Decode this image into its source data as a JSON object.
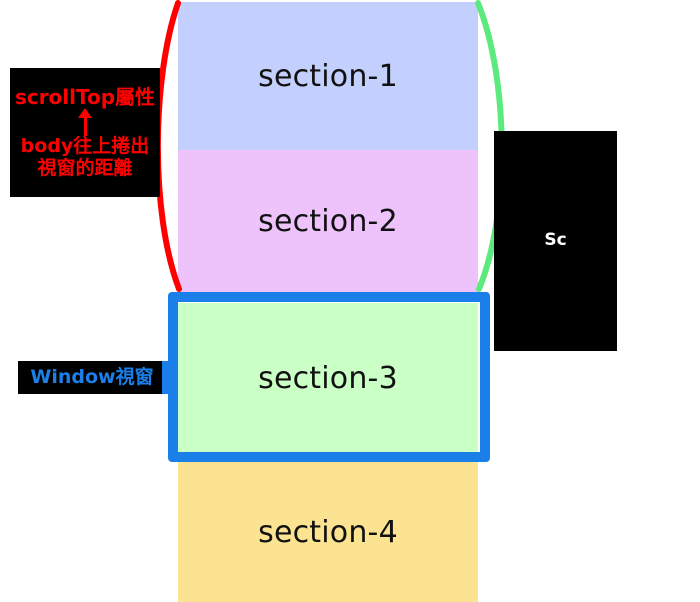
{
  "diagram": {
    "title": "scrollTop / Window viewport scroll diagram",
    "background": "#ffffff",
    "sections": [
      {
        "label": "section-1",
        "color": "#c3cffc"
      },
      {
        "label": "section-2",
        "color": "#eec3fc"
      },
      {
        "label": "section-3",
        "color": "#caffc5"
      },
      {
        "label": "section-4",
        "color": "#fce391"
      }
    ],
    "annotations": {
      "scrolltop": {
        "top_text": "scrollTop屬性",
        "arrow": "up-arrow",
        "bottom_text_line1": "body往上捲出",
        "bottom_text_line2": "視窗的距離",
        "text_color": "#ff0000",
        "box_color": "#000000"
      },
      "scrollheight": {
        "text": "Sc",
        "text_color": "#ffffff",
        "box_color": "#000000"
      },
      "window": {
        "text": "Window視窗",
        "text_color": "#1a7fe8",
        "box_color": "#000000"
      }
    },
    "arcs": {
      "left_arc_color": "#ff0000",
      "right_arc_color": "#5cea7e"
    },
    "viewport_frame": {
      "border_color": "#1a7fe8",
      "wraps": "section-3"
    }
  }
}
